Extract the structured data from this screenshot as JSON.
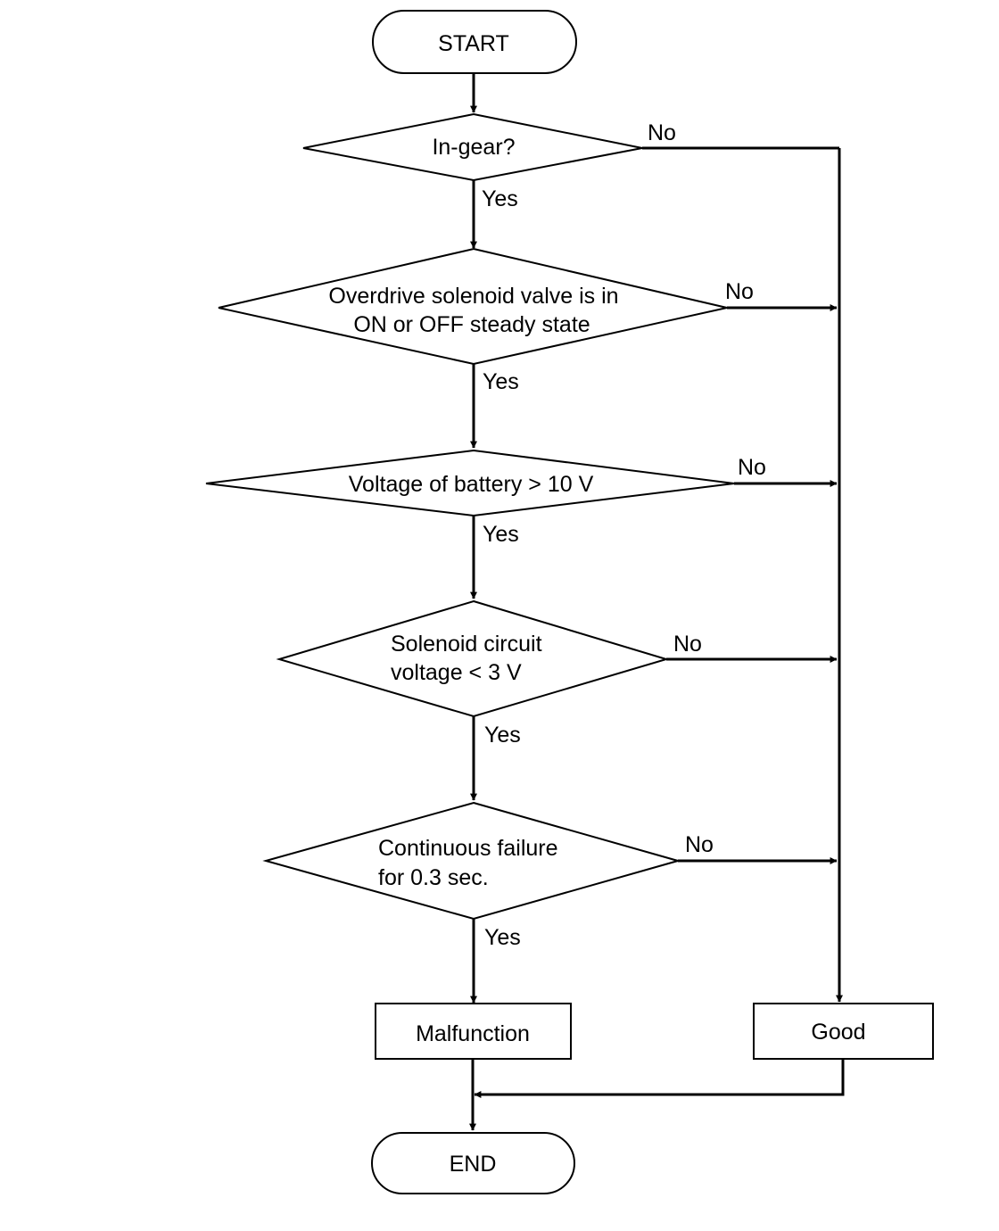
{
  "flowchart": {
    "start": "START",
    "decisions": [
      {
        "line1": "In-gear?",
        "line2": ""
      },
      {
        "line1": "Overdrive solenoid valve is in",
        "line2": "ON or OFF steady state"
      },
      {
        "line1": "Voltage of battery > 10 V",
        "line2": ""
      },
      {
        "line1": "Solenoid circuit",
        "line2": "voltage < 3 V"
      },
      {
        "line1": "Continuous failure",
        "line2": "for 0.3 sec."
      }
    ],
    "yes_label": "Yes",
    "no_label": "No",
    "malfunction": "Malfunction",
    "good": "Good",
    "end": "END"
  }
}
